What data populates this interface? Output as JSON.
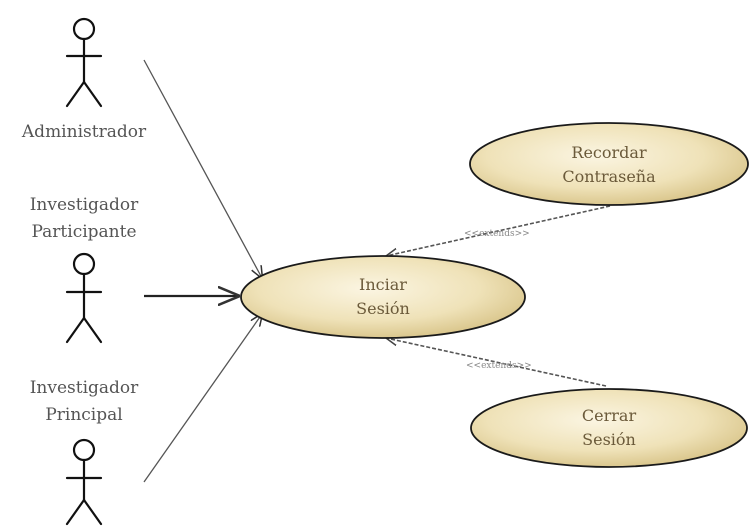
{
  "actors": [
    {
      "id": "admin",
      "label_lines": [
        "Administrador"
      ]
    },
    {
      "id": "participante",
      "label_lines": [
        "Investigador",
        "Participante"
      ]
    },
    {
      "id": "principal",
      "label_lines": [
        "Investigador",
        "Principal"
      ]
    }
  ],
  "use_cases": [
    {
      "id": "iniciar",
      "label_lines": [
        "Inciar",
        "Sesión"
      ]
    },
    {
      "id": "recordar",
      "label_lines": [
        "Recordar",
        "Contraseña"
      ]
    },
    {
      "id": "cerrar",
      "label_lines": [
        "Cerrar",
        "Sesión"
      ]
    }
  ],
  "relations": [
    {
      "from": "admin",
      "to": "iniciar",
      "type": "association"
    },
    {
      "from": "participante",
      "to": "iniciar",
      "type": "association"
    },
    {
      "from": "principal",
      "to": "iniciar",
      "type": "association"
    },
    {
      "from": "recordar",
      "to": "iniciar",
      "type": "extend",
      "label": "<<extends>>"
    },
    {
      "from": "cerrar",
      "to": "iniciar",
      "type": "extend",
      "label": "<<extends>>"
    }
  ],
  "colors": {
    "usecase_fill_light": "#fbf5e2",
    "usecase_fill_dark": "#ddc98f",
    "usecase_stroke": "#1a1a1a",
    "actor_stroke": "#111111",
    "label_text": "#555555"
  }
}
